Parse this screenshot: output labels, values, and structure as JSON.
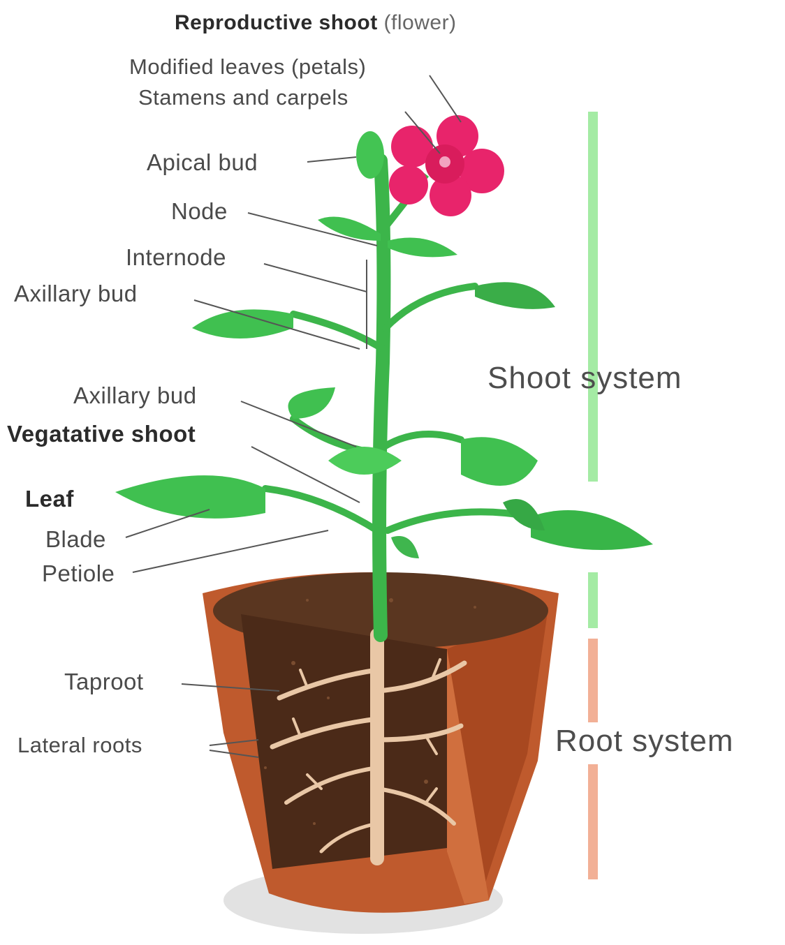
{
  "labels": {
    "reproductive_shoot": "Reproductive shoot",
    "reproductive_shoot_note": "(flower)",
    "modified_leaves": "Modified leaves (petals)",
    "stamens_carpels": "Stamens and carpels",
    "apical_bud": "Apical bud",
    "node": "Node",
    "internode": "Internode",
    "axillary_bud_upper": "Axillary bud",
    "axillary_bud_lower": "Axillary bud",
    "vegetative_shoot": "Vegatative shoot",
    "leaf": "Leaf",
    "blade": "Blade",
    "petiole": "Petiole",
    "taproot": "Taproot",
    "lateral_roots": "Lateral roots",
    "shoot_system": "Shoot system",
    "root_system": "Root system"
  },
  "colors": {
    "stem_green": "#3cb54a",
    "leaf_green": "#3fbf4f",
    "flower_pink": "#e8246b",
    "pot_terracotta": "#b9532a",
    "soil_brown": "#4a2a18",
    "root_tan": "#e8c6a6",
    "shoot_bar": "#9be89b",
    "root_bar": "#f0a98a"
  }
}
